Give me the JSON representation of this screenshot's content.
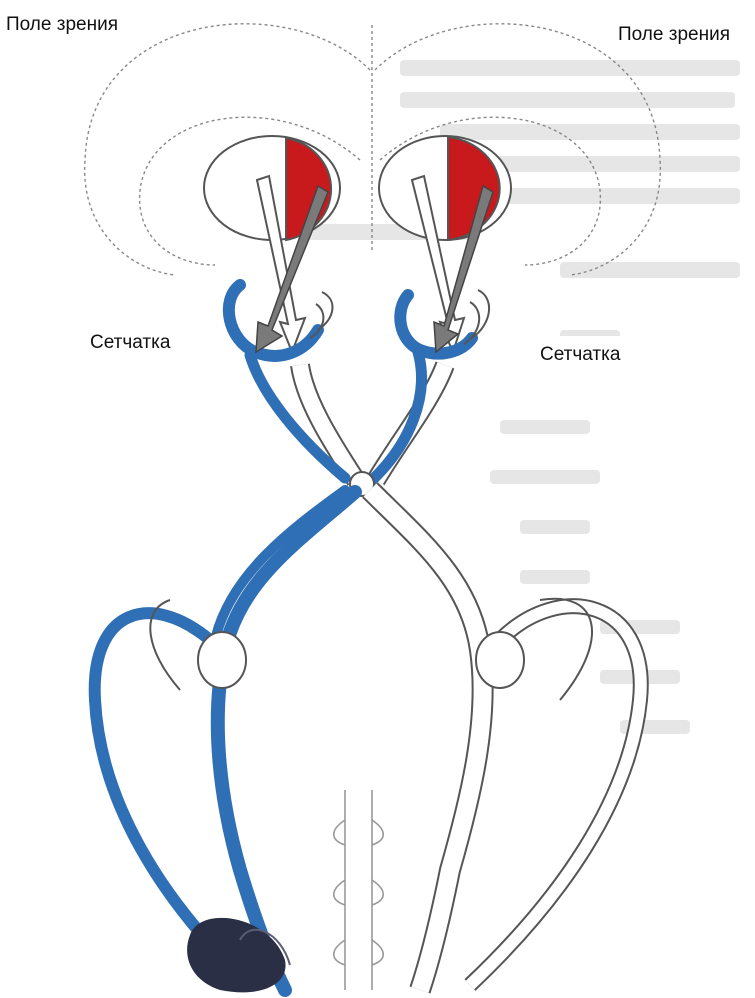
{
  "labels": {
    "visual_field_left": "Поле зрения",
    "visual_field_right": "Поле зрения",
    "retina_left": "Сетчатка",
    "retina_right": "Сетчатка"
  },
  "colors": {
    "pathway_highlight": "#2f6fb5",
    "visual_field_half": "#c8191c",
    "arrow_gray": "#7a7a7a",
    "terminal_dark": "#2b2f45",
    "outline": "#666666",
    "background_text": "#d9d9d9"
  }
}
